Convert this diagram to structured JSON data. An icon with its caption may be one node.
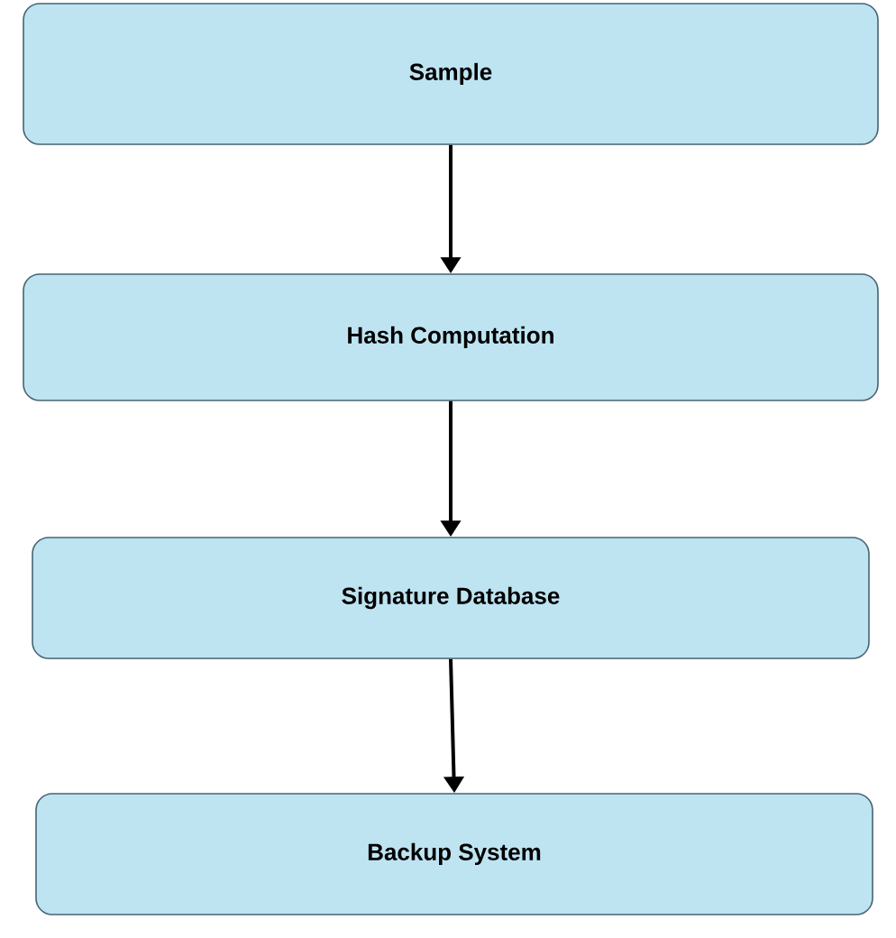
{
  "diagram": {
    "nodes": [
      {
        "text": [
          "Sample"
        ]
      },
      {
        "text": [
          "Hash Computation"
        ]
      },
      {
        "text": [
          "Signature Database"
        ]
      },
      {
        "text": [
          "Backup System"
        ]
      }
    ],
    "edges": [
      {
        "from": 0,
        "to": 1,
        "arrow": "to"
      },
      {
        "from": 1,
        "to": 2,
        "arrow": "to"
      },
      {
        "from": 2,
        "to": 3,
        "arrow": "to"
      }
    ]
  }
}
